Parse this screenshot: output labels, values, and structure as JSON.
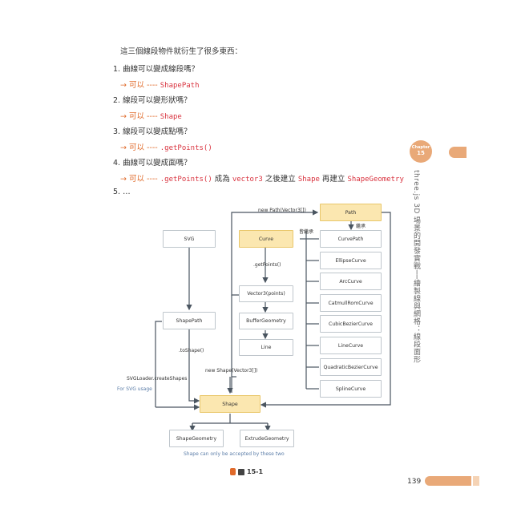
{
  "text": {
    "intro": "這三個線段物件就衍生了很多東西：",
    "q1": "1. 曲線可以變成線段嗎？",
    "a1_prefix": "→ 可以 ----",
    "a1_code": "ShapePath",
    "q2": "2. 線段可以變形狀嗎？",
    "a2_prefix": "→ 可以 ----",
    "a2_code": "Shape",
    "q3": "3. 線段可以變成點嗎？",
    "a3_prefix": "→ 可以 ----",
    "a3_code": ".getPoints()",
    "q4": "4. 曲線可以變成面嗎？",
    "a4_prefix": "→ 可以 ----",
    "a4_code1": ".getPoints()",
    "a4_t1": " 成為 ",
    "a4_code2": "vector3",
    "a4_t2": " 之後建立 ",
    "a4_code3": "Shape",
    "a4_t3": " 再建立 ",
    "a4_code4": "ShapeGeometry",
    "q5": "5. …"
  },
  "sidebar": {
    "chapter_label": "Chapter",
    "chapter_num": "15",
    "vertical_title": "three.js 3D 場景的開發實戰──繪製線與網格：線段面形"
  },
  "diagram": {
    "svg": "SVG",
    "shapepath": "ShapePath",
    "curve": "Curve",
    "path": "Path",
    "vector3points": "Vector3(points)",
    "buffergeometry": "BufferGeometry",
    "line": "Line",
    "curvepath": "CurvePath",
    "ellipsecurve": "EllipseCurve",
    "arccurve": "ArcCurve",
    "catmullromcurve": "CatmullRomCurve",
    "cubicbeziercurve": "CubicBezierCurve",
    "linecurve": "LineCurve",
    "quadraticbeziercurve": "QuadraticBezierCurve",
    "splinecurve": "SplineCurve",
    "shape": "Shape",
    "shapegeometry": "ShapeGeometry",
    "extrudegeometry": "ExtrudeGeometry",
    "lbl_newpath": "new Path(Vector3[])",
    "lbl_inherit1": "繼承",
    "lbl_inherit2": "皆繼承",
    "lbl_getpoints": ".getPoints()",
    "lbl_toshape": ".toShape()",
    "lbl_newshape": "new Shape(Vector3[])",
    "lbl_svgloader": "SVGLoader.createShapes",
    "lbl_forsvg": "For SVG usage",
    "lbl_accepted": "Shape can only be accepted by these two"
  },
  "figure": {
    "label": "15-1"
  },
  "page": {
    "number": "139"
  },
  "colors": {
    "accent": "#e06a2a",
    "code": "#d9333f",
    "highlight": "#fbe7b0",
    "arrow": "#4a5560",
    "tab": "#e9a978"
  }
}
